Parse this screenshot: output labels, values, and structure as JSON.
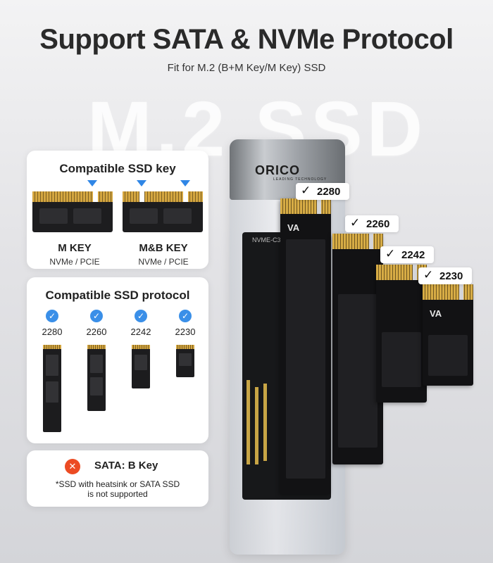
{
  "header": {
    "title": "Support SATA & NVMe Protocol",
    "subtitle": "Fit for M.2 (B+M Key/M Key) SSD",
    "watermark": "M.2 SSD"
  },
  "key_panel": {
    "title": "Compatible SSD key",
    "keys": [
      {
        "label": "M KEY",
        "protocol": "NVMe / PCIE"
      },
      {
        "label": "M&B KEY",
        "protocol": "NVMe / PCIE"
      }
    ]
  },
  "protocol_panel": {
    "title": "Compatible SSD protocol",
    "sizes": [
      "2280",
      "2260",
      "2242",
      "2230"
    ]
  },
  "sata_panel": {
    "title": "SATA: B Key",
    "note_line1": "*SSD with heatsink or SATA SSD",
    "note_line2": "is not supported"
  },
  "enclosure": {
    "brand": "ORICO",
    "brand_tagline": "LEADING TECHNOLOGY",
    "model": "NVME-C3CV2"
  },
  "ssd_tags": [
    "2280",
    "2260",
    "2242",
    "2230"
  ],
  "ssd_logo": "VA",
  "colors": {
    "accent_blue": "#3a8fe8",
    "not_supported_red": "#ec4b23",
    "gold_contacts": "#d4a640"
  }
}
